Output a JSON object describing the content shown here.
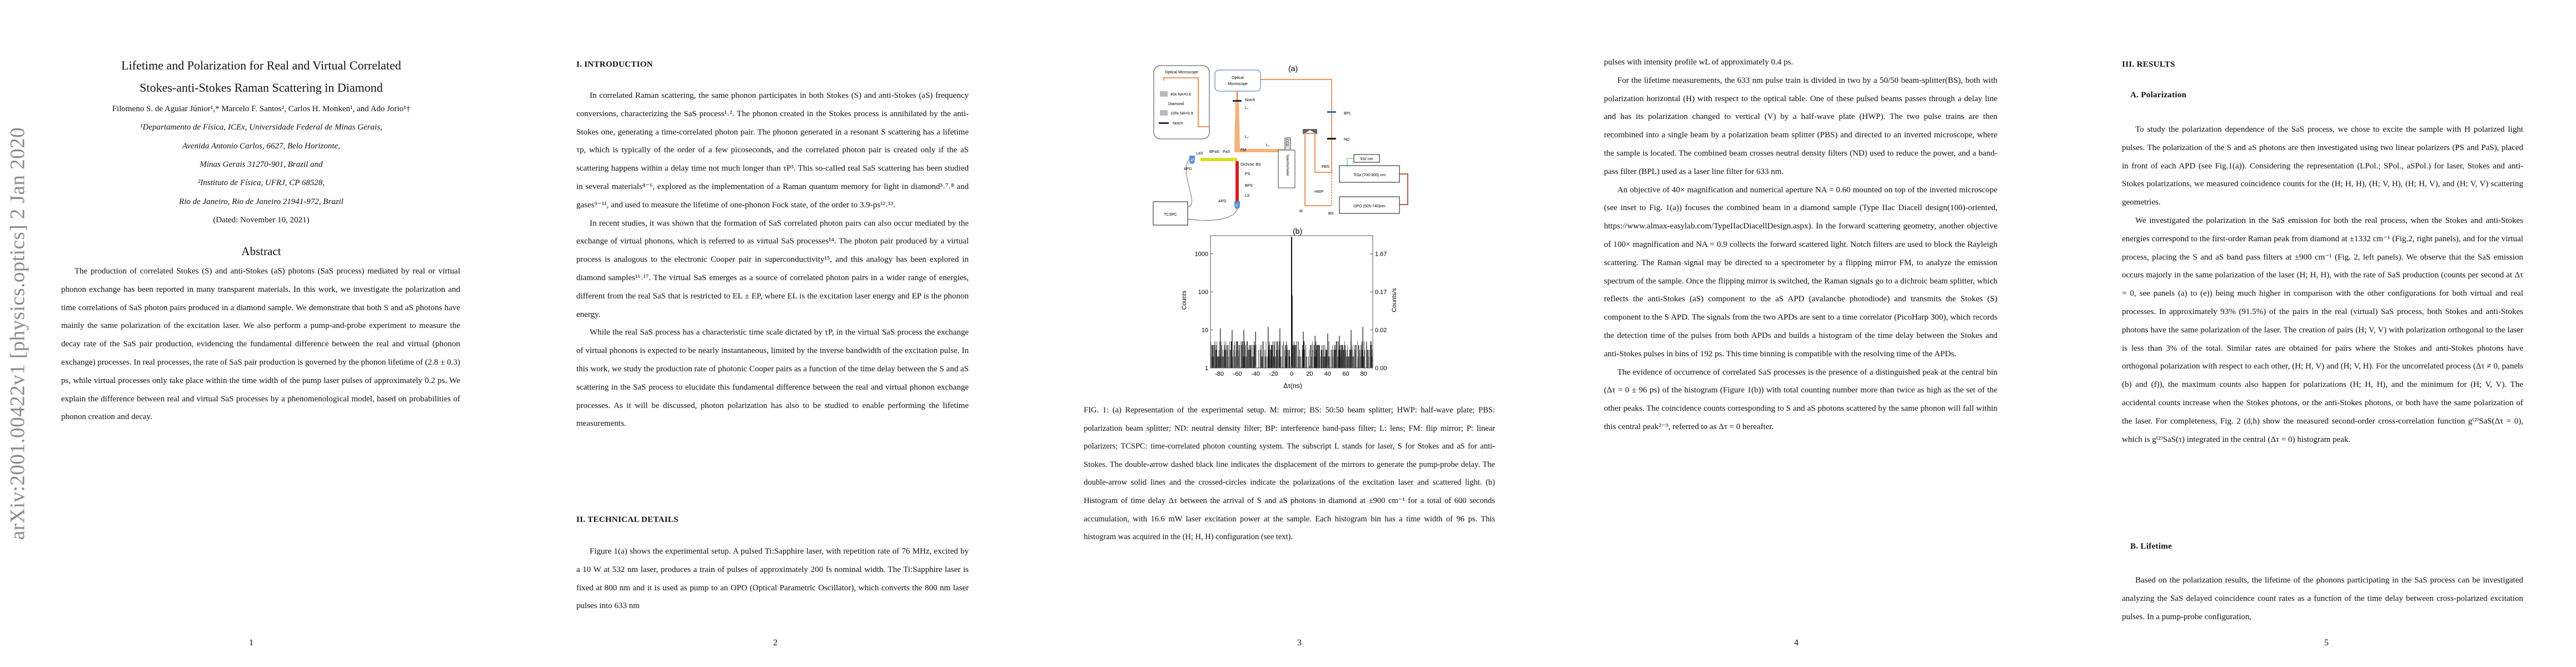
{
  "arxiv_stamp": "arXiv:2001.00422v1  [physics.optics]  2 Jan 2020",
  "page_numbers": [
    "1",
    "2",
    "3",
    "4",
    "5"
  ],
  "page1": {
    "title_line1": "Lifetime and Polarization for Real and Virtual Correlated",
    "title_line2": "Stokes-anti-Stokes Raman Scattering in Diamond",
    "authors": "Filomeno S. de Aguiar Júnior¹,* Marcelo F. Santos², Carlos H. Monken¹, and Ado Jorio¹†",
    "affiliations": [
      "¹Departamento de Física, ICEx, Universidade Federal de Minas Gerais,",
      "Avenida Antonio Carlos, 6627, Belo Horizonte,",
      "Minas Gerais 31270-901, Brazil and",
      "²Instituto de Física, UFRJ, CP 68528,",
      "Rio de Janeiro, Rio de Janeiro 21941-972, Brazil"
    ],
    "dated": "(Dated: November 10, 2021)",
    "abstract_heading": "Abstract",
    "abstract": "The production of correlated Stokes (S) and anti-Stokes (aS) photons (SaS process) mediated by real or virtual phonon exchange has been reported in many transparent materials. In this work, we investigate the polarization and time correlations of SaS photon pairs produced in a diamond sample. We demonstrate that both S and aS photons have mainly the same polarization of the excitation laser. We also perform a pump-and-probe experiment to measure the decay rate of the SaS pair production, evidencing the fundamental difference between the real and virtual (phonon exchange) processes. In real processes, the rate of SaS pair production is governed by the phonon lifetime of (2.8 ± 0.3) ps, while virtual processes only take place within the time width of the pump laser pulses of approximately 0.2 ps. We explain the difference between real and virtual SaS processes by a phenomenological model, based on probabilities of phonon creation and decay."
  },
  "page2": {
    "section1_heading": "I.   INTRODUCTION",
    "intro_p1": "In correlated Raman scattering, the same phonon participates in both Stokes (S) and anti-Stokes (aS) frequency conversions, characterizing the SaS process¹˒². The phonon created in the Stokes process is annihilated by the anti-Stokes one, generating a time-correlated photon pair. The phonon generated in a resonant S scattering has a lifetime τp, which is typically of the order of a few picoseconds, and the correlated photon pair is created only if the aS scattering happens within a delay time not much longer than τP³. This so-called real SaS scattering has been studied in several materials⁴⁻⁶, explored as the implementation of a Raman quantum memory for light in diamond³˒⁷˒⁸ and gases⁹⁻¹¹, and used to measure the lifetime of one-phonon Fock state, of the order to 3.9-ps¹²˒¹³.",
    "intro_p2": "In recent studies, it was shown that the formation of SaS correlated photon pairs can also occur mediated by the exchange of virtual phonons, which is referred to as virtual SaS processes¹⁴. The photon pair produced by a virtual process is analogous to the electronic Cooper pair in superconductivity¹⁵, and this analogy has been explored in diamond samples¹⁶˒¹⁷. The virtual SaS emerges as a source of correlated photon pairs in a wider range of energies, different from the real SaS that is restricted to EL ± EP, where EL is the excitation laser energy and EP is the phonon energy.",
    "intro_p3": "While the real SaS process has a characteristic time scale dictated by τP, in the virtual SaS process the exchange of virtual phonons is expected to be nearly instantaneous, limited by the inverse bandwidth of the excitation pulse. In this work, we study the production rate of photonic Cooper pairs as a function of the time delay between the S and aS scattering in the SaS process to elucidate this fundamental difference between the real and virtual phonon exchange processes. As it will be discussed, photon polarization has also to be studied to enable performing the lifetime measurements.",
    "section2_heading": "II.   TECHNICAL DETAILS",
    "tech_p1": "Figure 1(a) shows the experimental setup. A pulsed Ti:Sapphire laser, with repetition rate of 76 MHz, excited by a 10 W at 532 nm laser, produces a train of pulses of approximately 200 fs nominal width. The Ti:Sapphire laser is fixed at 800 nm and it is used as pump to an OPO (Optical Parametric Oscillator), which converts the 800 nm laser pulses into 633 nm"
  },
  "page3": {
    "setup": {
      "panel_label": "(a)",
      "inset_title": "Optical Microscope",
      "obj40": "40x NA=0.6",
      "diamond": "Diamond",
      "obj100": "100x NA=0.9",
      "notch_inset": "Notch",
      "microscope_box": [
        "Optical",
        "Microscope"
      ],
      "notch": "Notch",
      "l1": "L₁",
      "l2": "L₂",
      "l3": "L₃",
      "fm": "FM",
      "las": "LaS",
      "bpas": "BPaS",
      "pas": "PaS",
      "dichroic": "Dichroic BS",
      "apd_as_label": "aS",
      "apd1": "APD",
      "ps": "PS",
      "bps": "BPS",
      "ls": "LS",
      "apd2": "APD",
      "apd_s_label": "S",
      "tcspc": "TCSPC",
      "ccd": "CCD",
      "spectrometer": "Spectrometer",
      "bpl": "BPL",
      "nd": "ND",
      "pbs": "PBS",
      "hwp": "HWP",
      "bs": "BS",
      "m": "M",
      "laser532": "532 nm",
      "tisa": "TiSa (700-900) nm",
      "opo": "OPO (505-740)nm"
    },
    "caption": "FIG. 1: (a) Representation of the experimental setup. M: mirror; BS: 50:50 beam splitter; HWP: half-wave plate; PBS: polarization beam splitter; ND: neutral density filter; BP: interference band-pass filter; L: lens; FM: flip mirror; P: linear polarizers; TCSPC: time-correlated photon counting system. The subscript L stands for laser, S for Stokes and aS for anti-Stokes. The double-arrow dashed black line indicates the displacement of the mirrors to generate the pump-probe delay. The double-arrow solid lines and the crossed-circles indicate the polarizations of the excitation laser and scattered light. (b) Histogram of time delay Δτ between the arrival of S and aS photons in diamond at ±900 cm⁻¹ for a total of 600 seconds accumulation, with 16.6 mW laser excitation power at the sample. Each histogram bin has a time width of 96 ps. This histogram was acquired in the (H; H, H) configuration (see text)."
  },
  "chart_data": {
    "type": "bar",
    "panel_label": "(b)",
    "title": "",
    "xlabel": "Δτ(ns)",
    "ylabel": "Counts",
    "ylabel_right": "Counts/s",
    "yscale": "log",
    "xlim": [
      -90,
      90
    ],
    "ylim": [
      1,
      3000
    ],
    "x_ticks": [
      "-80",
      "-60",
      "-40",
      "-20",
      "0",
      "20",
      "40",
      "60",
      "80"
    ],
    "x_tick_values": [
      -80,
      -60,
      -40,
      -20,
      0,
      20,
      40,
      60,
      80
    ],
    "y_ticks": [
      "1",
      "10",
      "100",
      "1000"
    ],
    "y_tick_values": [
      1,
      10,
      100,
      1000
    ],
    "y_right_ticks": [
      "0.00",
      "0.02",
      "0.17",
      "1.67"
    ],
    "peak": {
      "x": 0,
      "value": 2800
    },
    "secondary_peak": {
      "x": 0.6,
      "value": 80
    },
    "side_peaks": [
      {
        "x": -79,
        "value": 11
      },
      {
        "x": -66,
        "value": 10
      },
      {
        "x": -53,
        "value": 10
      },
      {
        "x": -40,
        "value": 9
      },
      {
        "x": -26,
        "value": 12
      },
      {
        "x": -13,
        "value": 11
      },
      {
        "x": 13,
        "value": 9
      },
      {
        "x": 26,
        "value": 7
      },
      {
        "x": 40,
        "value": 8
      },
      {
        "x": 53,
        "value": 7
      },
      {
        "x": 66,
        "value": 10
      },
      {
        "x": 79,
        "value": 12
      }
    ],
    "background_level": [
      1,
      5
    ],
    "bin_width_ns": 0.096
  },
  "page4": {
    "p0": "pulses with intensity profile wL of approximately 0.4 ps.",
    "p1": "For the lifetime measurements, the 633 nm pulse train is divided in two by a 50/50 beam-splitter(BS), both with polarization horizontal (H) with respect to the optical table. One of these pulsed beams passes through a delay line and has its polarization changed to vertical (V) by a half-wave plate (HWP). The two pulse trains are then recombined into a single beam by a polarization beam splitter (PBS) and directed to an inverted microscope, where the sample is located. The combined beam crosses neutral density filters (ND) used to reduce the power, and a band-pass filter (BPL) used as a laser line filter for 633 nm.",
    "p2": "An objective of 40× magnification and numerical aperture NA = 0.60 mounted on top of the inverted microscope (see inset to Fig. 1(a)) focuses the combined beam in a diamond sample (Type IIac Diacell design(100)-oriented, https://www.almax-easylab.com/TypeIIacDiacellDesign.aspx). In the forward scattering geometry, another objective of 100× magnification and NA = 0.9 collects the forward scattered light. Notch filters are used to block the Rayleigh scattering. The Raman signal may be directed to a spectrometer by a flipping mirror FM, to analyze the emission spectrum of the sample. Once the flipping mirror is switched, the Raman signals go to a dichroic beam splitter, which reflects the anti-Stokes (aS) component to the aS APD (avalanche photodiode) and transmits the Stokes (S) component to the S APD. The signals from the two APDs are sent to a time correlator (PicoHarp 300), which records the detection time of the pulses from both APDs and builds a histogram of the time delay between the Stokes and anti-Stokes pulses in bins of 192 ps. This time binning is compatible with the resolving time of the APDs.",
    "p3": "The evidence of occurrence of correlated SaS processes is the presence of a distinguished peak at the central bin (Δτ = 0 ± 96 ps) of the histogram (Figure 1(b)) with total counting number more than twice as high as the set of the other peaks. The coincidence counts corresponding to S and aS photons scattered by the same phonon will fall within this central peak²⁻⁹, referred to as Δτ = 0 hereafter."
  },
  "page5": {
    "section3_heading": "III.   RESULTS",
    "subA_heading": "A.   Polarization",
    "a_p1": "To study the polarization dependence of the SaS process, we chose to excite the sample with H polarized light pulses. The polarization of the S and aS photons are then investigated using two linear polarizers (PS and PaS), placed in front of each APD (see Fig.1(a)). Considering the representation (LPol.; SPol., aSPol.) for laser, Stokes and anti-Stokes polarizations, we measured coincidence counts for the (H; H, H), (H; V, H), (H; H, V), and (H; V, V) scattering geometries.",
    "a_p2": "We investigated the polarization in the SaS emission for both the real process, when the Stokes and anti-Stokes energies correspond to the first-order Raman peak from diamond at ±1332 cm⁻¹ (Fig.2, right panels), and for the virtual process, placing the S and aS band pass filters at ±900 cm⁻¹ (Fig. 2, left panels). We observe that the SaS emission occurs majorly in the same polarization of the laser (H; H, H), with the rate of SaS production (counts per second at Δτ = 0, see panels (a) to (e)) being much higher in comparison with the other configurations for both virtual and real processes. In approximately 93% (91.5%) of the pairs in the real (virtual) SaS process, both Stokes and anti-Stokes photons have the same polarization of the laser. The creation of pairs (H; V, V) with polarization orthogonal to the laser is less than 3% of the total. Similar rates are obtained for pairs where the Stokes and anti-Stokes photons have orthogonal polarization with respect to each other, (H; H, V) and (H; V, H). For the uncorrelated process (Δτ ≠ 0, panels (b) and (f)), the maximum counts also happen for polarizations (H; H, H), and the minimum for (H; V, V). The accidental counts increase when the Stokes photons, or the anti-Stokes photons, or both have the same polarization of the laser. For completeness, Fig. 2 (d,h) show the measured second-order cross-correlation function g⁽²⁾SaS(Δτ = 0), which is g⁽²⁾SaS(τ) integrated in the central (Δτ = 0) histogram peak.",
    "subB_heading": "B.   Lifetime",
    "b_p1": "Based on the polarization results, the lifetime of the phonons participating in the SaS process can be investigated analyzing the SaS delayed coincidence count rates as a function of the time delay between cross-polarized excitation pulses. In a pump-probe configuration,"
  },
  "colors": {
    "beam_orange": "#e8702a",
    "beam_light_orange": "#f4b27a",
    "beam_yellow": "#d8de2a",
    "beam_red": "#d81e1e",
    "beam_green": "#5fd05a",
    "filter_blue": "#2a6fb0",
    "filter_dark": "#1c2f55",
    "apd_blue": "#5b8fcf",
    "stamp_gray": "#8a8a8a"
  }
}
